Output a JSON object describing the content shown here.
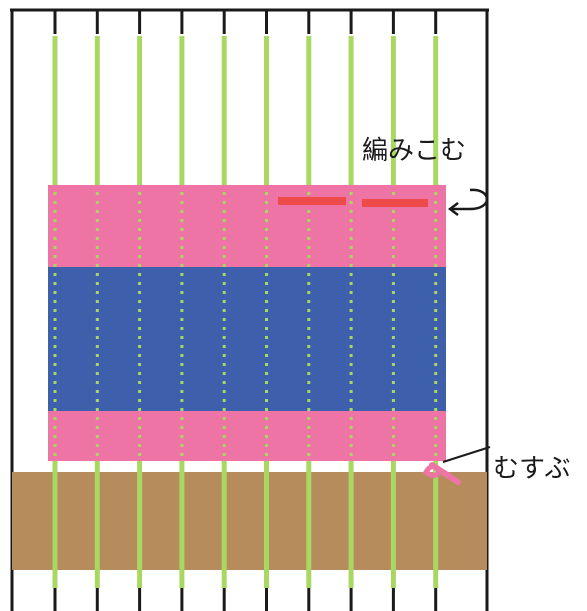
{
  "labels": {
    "weave_in": "編みこむ",
    "tie": "むすぶ"
  },
  "colors": {
    "frame": "#1a1a1a",
    "warp_thread": "#a8d862",
    "pink_band": "#ee74a6",
    "blue_band": "#3d5fac",
    "tan_base": "#b78c5d",
    "red_weft": "#ee4a4a",
    "arrow": "#1a1a1a",
    "knot": "#ee74a6"
  },
  "loom": {
    "warp_count": 10,
    "bands": [
      "pink",
      "blue",
      "pink"
    ],
    "base_band": "tan"
  },
  "icons": {
    "weave_arrow": "curved-arrow-icon",
    "knot": "knot-icon"
  }
}
